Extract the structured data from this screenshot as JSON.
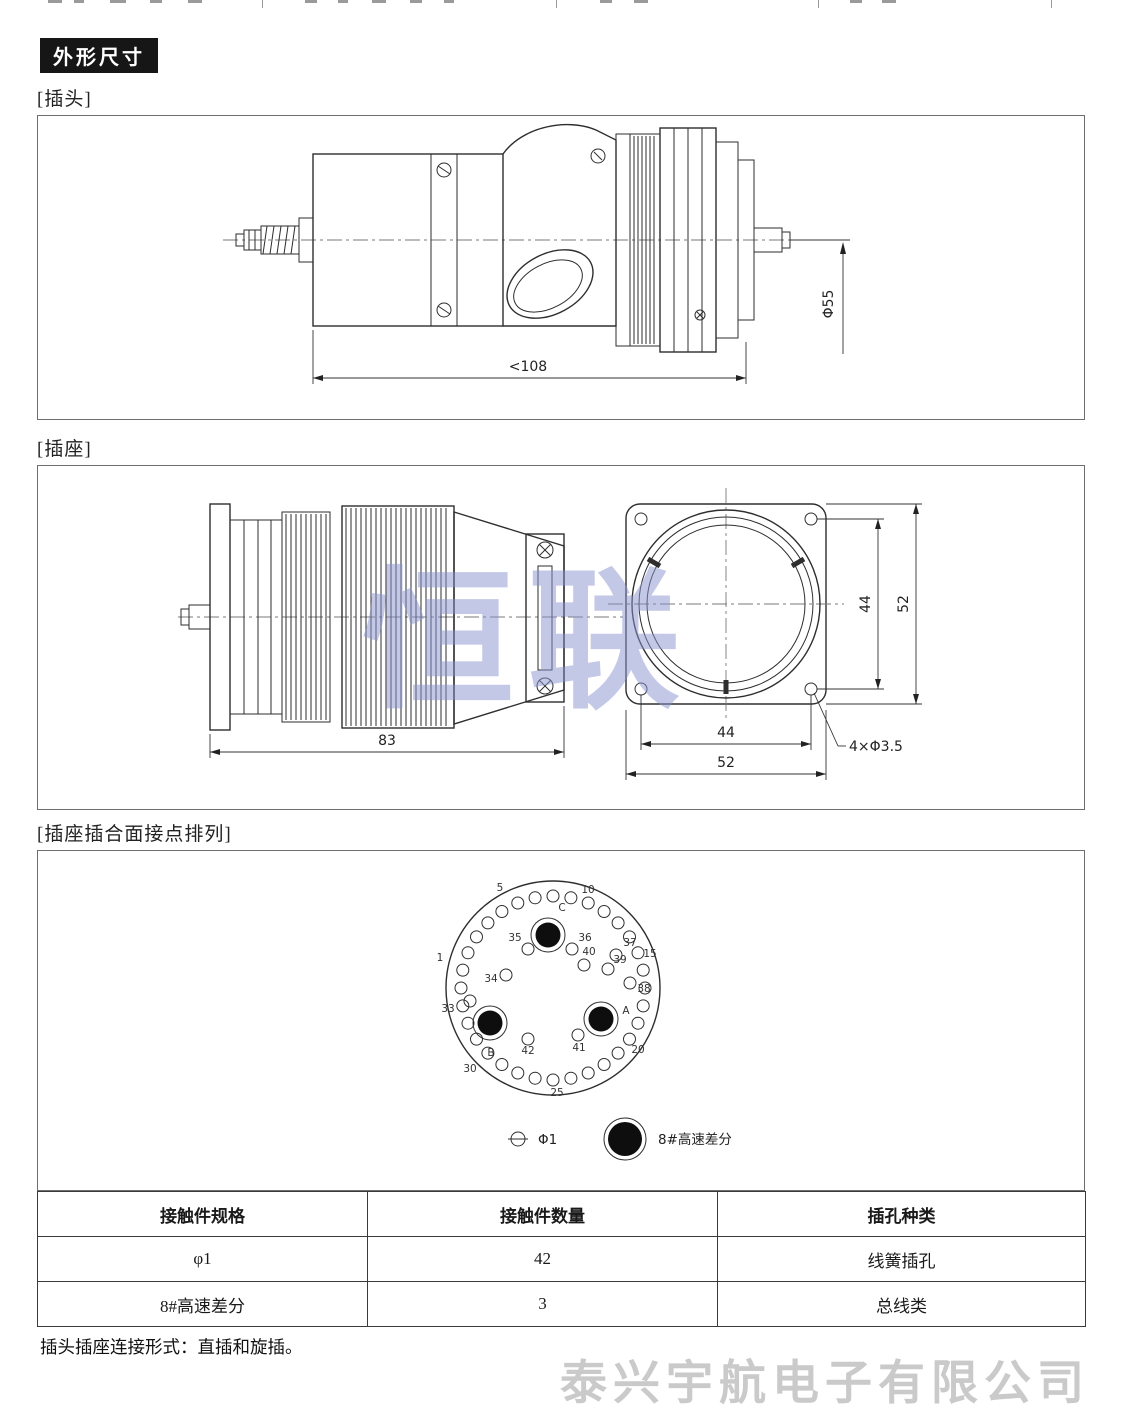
{
  "page": {
    "section_badge": "外形尺寸",
    "plug_label": "[插头]",
    "socket_label": "[插座]",
    "arrangement_label": "[插座插合面接点排列]",
    "footer_note": "插头插座连接形式：直插和旋插。",
    "watermark_center": "恒联",
    "watermark_bottom": "泰兴宇航电子有限公司"
  },
  "plug": {
    "length": "<108",
    "diameter": "Φ55"
  },
  "socket": {
    "body_length": "83",
    "hole_spacing_v": "44",
    "flange_v": "52",
    "hole_spacing_h": "44",
    "flange_h": "52",
    "corner_holes": "4×Φ3.5"
  },
  "contacts": {
    "labels": {
      "n1": "1",
      "n5": "5",
      "n10": "10",
      "n15": "15",
      "n20": "20",
      "n25": "25",
      "n30": "30",
      "n33": "33",
      "n34": "34",
      "n35": "35",
      "n36": "36",
      "n37": "37",
      "n38": "38",
      "n39": "39",
      "n40": "40",
      "n41": "41",
      "n42": "42",
      "a": "A",
      "b": "B",
      "c": "C"
    },
    "legend_small": "Φ1",
    "legend_large": "8#高速差分"
  },
  "table": {
    "headers": [
      "接触件规格",
      "接触件数量",
      "插孔种类"
    ],
    "rows": [
      [
        "φ1",
        "42",
        "线簧插孔"
      ],
      [
        "8#高速差分",
        "3",
        "总线类"
      ]
    ]
  }
}
